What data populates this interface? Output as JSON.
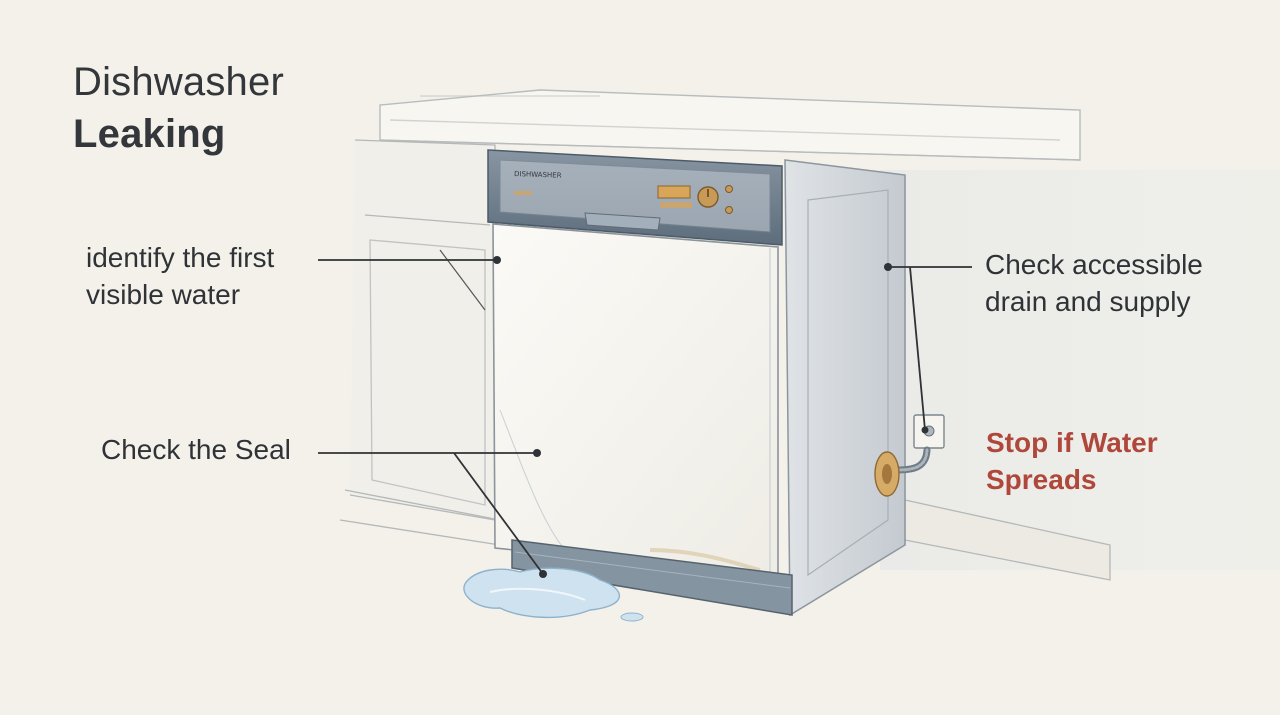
{
  "title": {
    "line1": "Dishwasher",
    "line2": "Leaking"
  },
  "appliance": {
    "brand_text": "DISHWASHER"
  },
  "callouts": {
    "identify": {
      "line1": "identify the first",
      "line2": "visible water"
    },
    "seal": {
      "line1": "Check the Seal"
    },
    "drain": {
      "line1": "Check accessible",
      "line2": "drain and supply"
    },
    "stop": {
      "line1": "Stop if Water",
      "line2": "Spreads"
    }
  },
  "colors": {
    "background": "#f3f1ea",
    "warning_text": "#b0473b",
    "water": "#b8d3e6",
    "dishwasher_body": "#f6f4ee",
    "control_panel": "#6d7d8c",
    "accent_brass": "#c99a55"
  }
}
